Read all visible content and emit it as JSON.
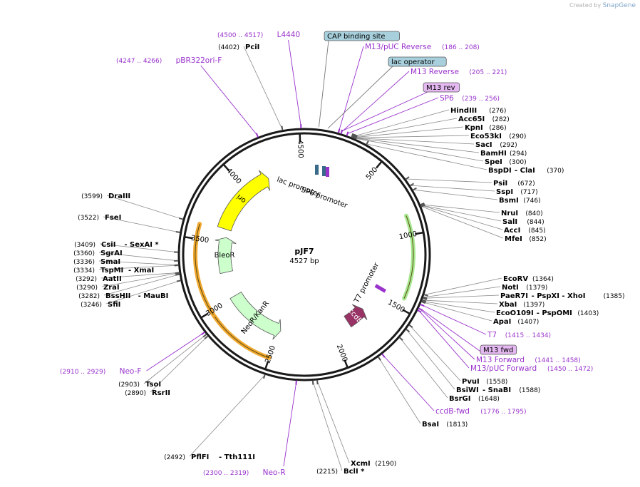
{
  "credit": {
    "prefix": "Created by",
    "brand": "SnapGene"
  },
  "plasmid": {
    "name": "pJF7",
    "length": 4527,
    "length_label": "4527 bp"
  },
  "ticks": [
    {
      "pos": 500,
      "label": "500"
    },
    {
      "pos": 1000,
      "label": "1000"
    },
    {
      "pos": 1500,
      "label": "1500"
    },
    {
      "pos": 2000,
      "label": "2000"
    },
    {
      "pos": 2500,
      "label": "2500"
    },
    {
      "pos": 3000,
      "label": "3000"
    },
    {
      "pos": 3500,
      "label": "3500"
    },
    {
      "pos": 4000,
      "label": "4000"
    },
    {
      "pos": 4500,
      "label": "4500"
    }
  ],
  "features": [
    {
      "name": "ori",
      "type": "ori",
      "start": 3620,
      "end": 4210,
      "dir": "fwd",
      "color": "#ffff00"
    },
    {
      "name": "BleoR",
      "type": "marker",
      "start": 3235,
      "end": 3550,
      "dir": "fwd",
      "color": "#ccffcc"
    },
    {
      "name": "NeoR/KanR",
      "type": "marker",
      "start": 2480,
      "end": 3010,
      "dir": "rev",
      "color": "#ccffcc"
    },
    {
      "name": "ccdB",
      "type": "gene",
      "start": 1672,
      "end": 1850,
      "dir": "rev",
      "color": "#993366"
    },
    {
      "name": "lac promoter",
      "type": "promoter",
      "start": 95,
      "end": 125,
      "dir": "fwd",
      "color": "#ffffff"
    },
    {
      "name": "SP6 promoter",
      "type": "promoter",
      "start": 239,
      "end": 256,
      "dir": "fwd",
      "color": "#ffffff"
    },
    {
      "name": "T7 promoter",
      "type": "promoter",
      "start": 1415,
      "end": 1434,
      "dir": "rev",
      "color": "#ffffff"
    }
  ],
  "outer_arcs": [
    {
      "start": 2870,
      "end": 3600,
      "color": "#f0a830"
    },
    {
      "start": 2500,
      "end": 2960,
      "color": "#f0a830"
    },
    {
      "start": 870,
      "end": 1430,
      "color": "#a8e890"
    }
  ],
  "enzymes_right": [
    {
      "name": "HindIII",
      "pos": 276,
      "suffix": "",
      "coord": "(276)"
    },
    {
      "name": "Acc65I",
      "pos": 282,
      "suffix": "",
      "coord": "(282)"
    },
    {
      "name": "KpnI",
      "pos": 286,
      "suffix": "",
      "coord": "(286)"
    },
    {
      "name": "Eco53kI",
      "pos": 290,
      "suffix": "",
      "coord": "(290)"
    },
    {
      "name": "SacI",
      "pos": 292,
      "suffix": "",
      "coord": "(292)"
    },
    {
      "name": "BamHI",
      "pos": 294,
      "suffix": "",
      "coord": "(294)"
    },
    {
      "name": "SpeI",
      "pos": 300,
      "suffix": "",
      "coord": "(300)"
    },
    {
      "name": "BspDI",
      "pos": 370,
      "suffix": "- ClaI",
      "coord": "(370)"
    },
    {
      "name": "PsiI",
      "pos": 672,
      "suffix": "",
      "coord": "(672)"
    },
    {
      "name": "SspI",
      "pos": 717,
      "suffix": "",
      "coord": "(717)"
    },
    {
      "name": "BsmI",
      "pos": 746,
      "suffix": "",
      "coord": "(746)"
    },
    {
      "name": "NruI",
      "pos": 840,
      "suffix": "",
      "coord": "(840)"
    },
    {
      "name": "SalI",
      "pos": 844,
      "suffix": "",
      "coord": "(844)"
    },
    {
      "name": "AccI",
      "pos": 845,
      "suffix": "",
      "coord": "(845)"
    },
    {
      "name": "MfeI",
      "pos": 852,
      "suffix": "",
      "coord": "(852)"
    },
    {
      "name": "EcoRV",
      "pos": 1364,
      "suffix": "",
      "coord": "(1364)"
    },
    {
      "name": "NotI",
      "pos": 1379,
      "suffix": "",
      "coord": "(1379)"
    },
    {
      "name": "PaeR7I",
      "pos": 1385,
      "suffix": "- PspXI  - XhoI",
      "coord": "(1385)"
    },
    {
      "name": "XbaI",
      "pos": 1397,
      "suffix": "",
      "coord": "(1397)"
    },
    {
      "name": "EcoO109I",
      "pos": 1403,
      "suffix": "- PspOMI",
      "coord": "(1403)"
    },
    {
      "name": "ApaI",
      "pos": 1407,
      "suffix": "",
      "coord": "(1407)"
    },
    {
      "name": "PvuI",
      "pos": 1558,
      "suffix": "",
      "coord": "(1558)"
    },
    {
      "name": "BsiWI",
      "pos": 1588,
      "suffix": "- SnaBI",
      "coord": "(1588)"
    },
    {
      "name": "BsrGI",
      "pos": 1648,
      "suffix": "",
      "coord": "(1648)"
    },
    {
      "name": "BsaI",
      "pos": 1813,
      "suffix": "",
      "coord": "(1813)"
    },
    {
      "name": "XcmI",
      "pos": 2190,
      "suffix": "",
      "coord": "(2190)"
    }
  ],
  "enzymes_left": [
    {
      "name": "PciI",
      "pos": 4402,
      "suffix": "",
      "coord": "(4402)"
    },
    {
      "name": "DraIII",
      "pos": 3599,
      "suffix": "",
      "coord": "(3599)"
    },
    {
      "name": "FseI",
      "pos": 3522,
      "suffix": "",
      "coord": "(3522)"
    },
    {
      "name": "CsiI",
      "pos": 3409,
      "suffix": "- SexAI *",
      "coord": "(3409)"
    },
    {
      "name": "SgrAI",
      "pos": 3360,
      "suffix": "",
      "coord": "(3360)"
    },
    {
      "name": "SmaI",
      "pos": 3336,
      "suffix": "",
      "coord": "(3336)"
    },
    {
      "name": "TspMI",
      "pos": 3334,
      "suffix": "- XmaI",
      "coord": "(3334)"
    },
    {
      "name": "AatII",
      "pos": 3292,
      "suffix": "",
      "coord": "(3292)"
    },
    {
      "name": "ZraI",
      "pos": 3290,
      "suffix": "",
      "coord": "(3290)"
    },
    {
      "name": "BssHII",
      "pos": 3282,
      "suffix": "- MauBI",
      "coord": "(3282)"
    },
    {
      "name": "SfiI",
      "pos": 3246,
      "suffix": "",
      "coord": "(3246)"
    },
    {
      "name": "TsoI",
      "pos": 2903,
      "suffix": "",
      "coord": "(2903)"
    },
    {
      "name": "RsrII",
      "pos": 2890,
      "suffix": "",
      "coord": "(2890)"
    },
    {
      "name": "PflFI",
      "pos": 2492,
      "suffix": "- Tth111I",
      "coord": "(2492)"
    },
    {
      "name": "BclI *",
      "pos": 2215,
      "suffix": "",
      "coord": "(2215)"
    }
  ],
  "primers": [
    {
      "name": "L4440",
      "coord": "(4500 .. 4517)",
      "pos": 4508
    },
    {
      "name": "pBR322ori-F",
      "coord": "(4247 .. 4266)",
      "pos": 4256
    },
    {
      "name": "M13/pUC Reverse",
      "coord": "(186 .. 208)",
      "pos": 197
    },
    {
      "name": "M13 Reverse",
      "coord": "(205 .. 221)",
      "pos": 213
    },
    {
      "name": "SP6",
      "coord": "(239 .. 256)",
      "pos": 247
    },
    {
      "name": "T7",
      "coord": "(1415 .. 1434)",
      "pos": 1424
    },
    {
      "name": "M13 Forward",
      "coord": "(1441 .. 1458)",
      "pos": 1449
    },
    {
      "name": "M13/pUC Forward",
      "coord": "(1450 .. 1472)",
      "pos": 1461
    },
    {
      "name": "ccdB-fwd",
      "coord": "(1776 .. 1795)",
      "pos": 1785
    },
    {
      "name": "Neo-F",
      "coord": "(2910 .. 2929)",
      "pos": 2919
    },
    {
      "name": "Neo-R",
      "coord": "(2300 .. 2319)",
      "pos": 2309
    }
  ],
  "boxed_labels": [
    {
      "name": "CAP binding site",
      "pos": 82,
      "color": "#a8d0dc"
    },
    {
      "name": "lac operator",
      "pos": 133,
      "color": "#a8d0dc"
    },
    {
      "name": "M13 rev",
      "pos": 208,
      "color": "#e4b8f0"
    },
    {
      "name": "M13 fwd",
      "pos": 1446,
      "color": "#e4b8f0"
    }
  ],
  "colors": {
    "primer": "#9933cc",
    "enzyme": "#000000",
    "backbone": "#1a1a1a"
  }
}
